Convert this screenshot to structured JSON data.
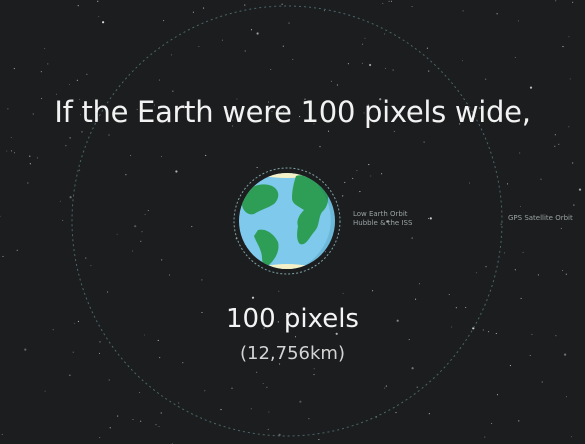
{
  "headline": "If the Earth were 100 pixels wide,",
  "orbits": {
    "leo_line1": "Low Earth Orbit",
    "leo_line2": "Hubble & the ISS",
    "gps": "GPS Satellite Orbit"
  },
  "earth": {
    "size_label": "100 pixels",
    "diameter_label": "(12,756km)"
  },
  "colors": {
    "background": "#1c1d1f",
    "ocean": "#7ec9ec",
    "land": "#2e9e57",
    "ice": "#f4f1c8",
    "orbit_line": "#5b7c7c"
  }
}
